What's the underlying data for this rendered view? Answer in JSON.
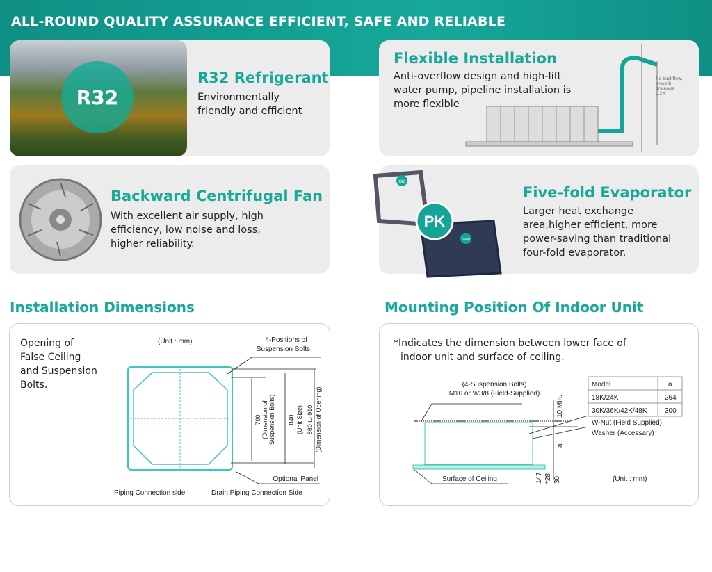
{
  "banner": "ALL-ROUND QUALITY ASSURANCE EFFICIENT, SAFE AND RELIABLE",
  "features": [
    {
      "title": "R32 Refrigerant",
      "badge": "R32",
      "text": [
        "Environmentally",
        "friendly and efficient"
      ]
    },
    {
      "title": "Flexible Installation",
      "text": [
        "Anti-overflow design and high-lift",
        "water pump, pipeline installation is",
        "more flexible"
      ],
      "note": [
        "No backflow,",
        "smooth",
        "drainage",
        "1.2M"
      ]
    },
    {
      "title": "Backward Centrifugal Fan",
      "text": [
        "With excellent air supply, high",
        "efficiency, low noise and loss,",
        "higher reliability."
      ]
    },
    {
      "title": "Five-fold Evaporator",
      "badge": "PK",
      "labels": [
        "Old",
        "New"
      ],
      "text": [
        "Larger heat exchange",
        "area,higher efficient, more",
        "power-saving than traditional",
        "four-fold evaporator."
      ]
    }
  ],
  "install": {
    "title": "Installation Dimensions",
    "desc": [
      "Opening of",
      "False Ceiling",
      "and Suspension",
      "Bolts."
    ],
    "unit": "(Unit : mm)",
    "bolts": [
      "4-Positions of",
      "Suspension Bolts"
    ],
    "dim1": [
      "700",
      "(Dimension of",
      "Suspension Bolts)"
    ],
    "dim2": [
      "840",
      "(Unit Size)"
    ],
    "dim3": [
      "860 to 910",
      "(Dimension of Opening)"
    ],
    "optional": "Optional Panel",
    "piping": "Piping Connection side",
    "drain": "Drain Piping Connection Side"
  },
  "mounting": {
    "title": "Mounting Position Of Indoor Unit",
    "note": [
      "*Indicates the dimension between lower face of",
      "indoor unit and surface of ceiling."
    ],
    "bolts": [
      "(4-Suspension Bolts)",
      "M10 or W3/8 (Field-Supplied)"
    ],
    "min": "10 Min.",
    "wnut": "W-Nut (Field Supplied)",
    "washer": "Washer (Accessary)",
    "surface": "Surface of Ceiling",
    "dims": [
      "147",
      "*28",
      "30",
      "a"
    ],
    "unit": "(Unit : mm)",
    "table": {
      "headers": [
        "Model",
        "a"
      ],
      "rows": [
        [
          "18K/24K",
          "264"
        ],
        [
          "30K/36K/42K/48K",
          "300"
        ]
      ]
    }
  }
}
